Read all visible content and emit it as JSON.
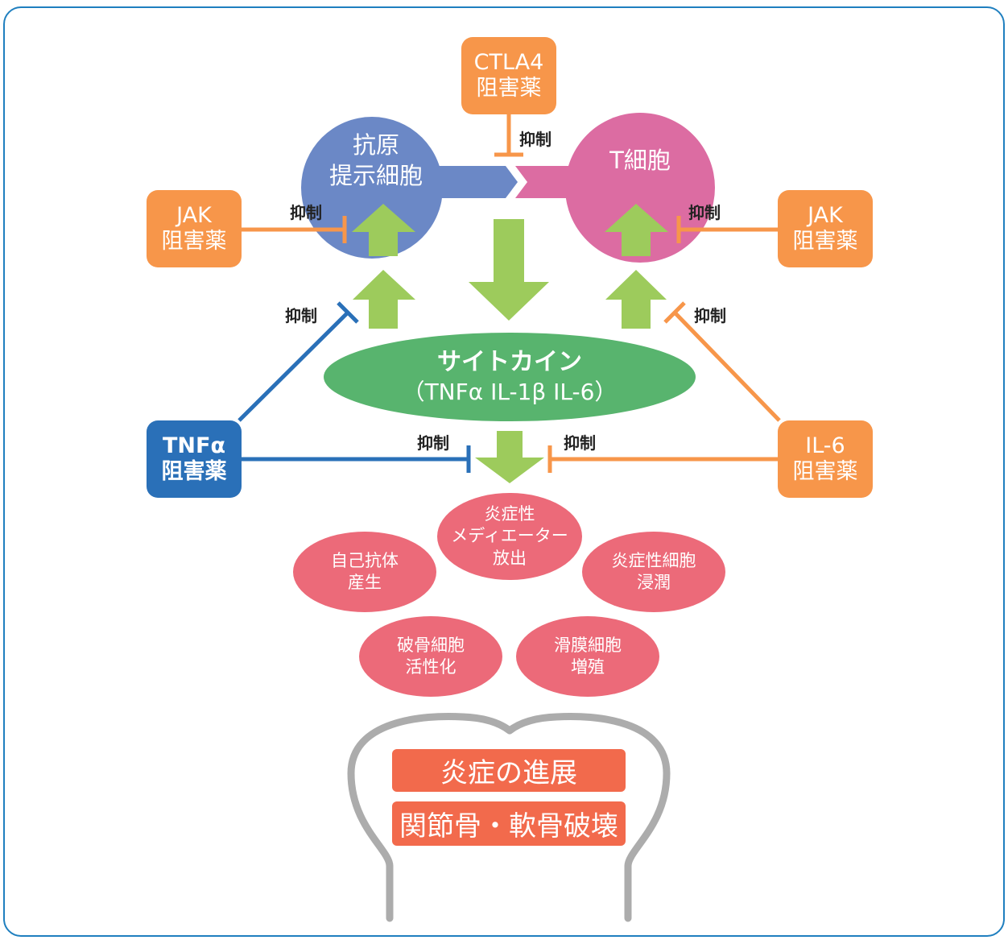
{
  "cells": {
    "apc": {
      "line1": "抗原",
      "line2": "提示細胞"
    },
    "tcell": {
      "label": "T細胞"
    }
  },
  "drugs": {
    "ctla4": {
      "line1": "CTLA4",
      "line2": "阻害薬"
    },
    "jak_left": {
      "line1": "JAK",
      "line2": "阻害薬"
    },
    "jak_right": {
      "line1": "JAK",
      "line2": "阻害薬"
    },
    "tnf": {
      "line1": "TNFα",
      "line2": "阻害薬"
    },
    "il6": {
      "line1": "IL-6",
      "line2": "阻害薬"
    }
  },
  "inhibit_label": "抑制",
  "cytokine": {
    "title": "サイトカイン",
    "subtitle": "（TNFα IL-1β IL-6）"
  },
  "effects": [
    {
      "line1": "自己抗体",
      "line2": "産生"
    },
    {
      "line1": "炎症性",
      "line2": "メディエーター",
      "line3": "放出"
    },
    {
      "line1": "炎症性細胞",
      "line2": "浸潤"
    },
    {
      "line1": "破骨細胞",
      "line2": "活性化"
    },
    {
      "line1": "滑膜細胞",
      "line2": "増殖"
    }
  ],
  "results": {
    "line1": "炎症の進展",
    "line2": "関節骨・軟骨破壊"
  },
  "colors": {
    "frame": "#1f7fbf",
    "orange_drug": "#f7964a",
    "blue_drug": "#2a70b8",
    "apc_cell": "#6b88c6",
    "t_cell": "#dc6ca2",
    "arrow_green": "#9dcb5c",
    "cytokine": "#58b46e",
    "effect": "#ec6a79",
    "result": "#f26a4c",
    "joint_outline": "#acacac"
  }
}
